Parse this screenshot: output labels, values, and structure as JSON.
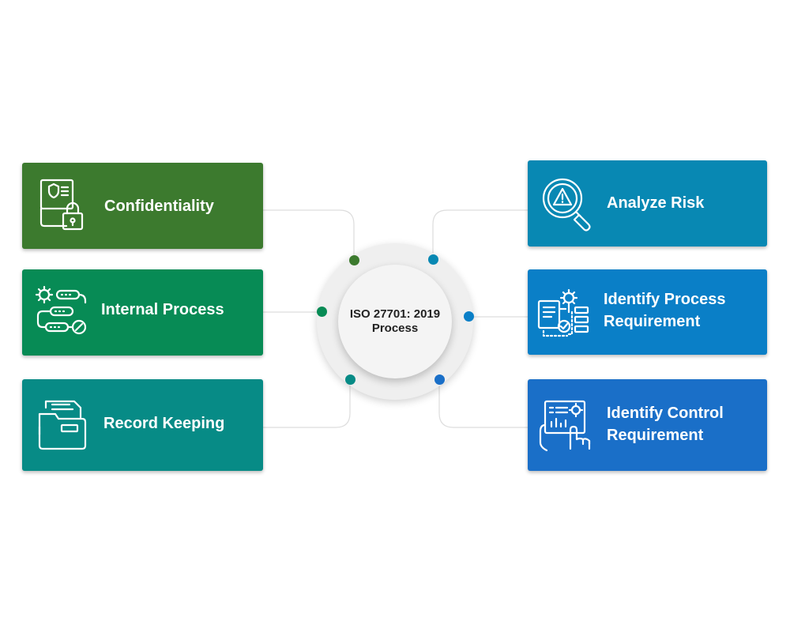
{
  "hub": {
    "line1": "ISO 27701: 2019",
    "line2": "Process"
  },
  "colors": {
    "confidentiality": "#3c7a2e",
    "internal_process": "#078b55",
    "record_keeping": "#078b86",
    "analyze_risk": "#0888b3",
    "identify_process": "#0a7fc7",
    "identify_control": "#1a6fc8",
    "connector": "#dddddd"
  },
  "left_cards": [
    {
      "label": "Confidentiality",
      "icon": "secure-folder-lock-icon"
    },
    {
      "label": "Internal Process",
      "icon": "gear-flowchart-icon"
    },
    {
      "label": "Record Keeping",
      "icon": "file-folder-icon"
    }
  ],
  "right_cards": [
    {
      "label": "Analyze Risk",
      "icon": "warning-magnifier-icon"
    },
    {
      "label": "Identify Process\nRequirement",
      "icon": "document-gear-flow-icon"
    },
    {
      "label": "Identify Control\nRequirement",
      "icon": "touch-screen-gear-icon"
    }
  ]
}
